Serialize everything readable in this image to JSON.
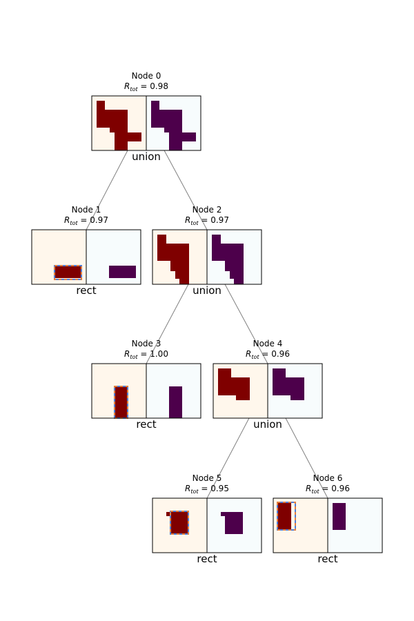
{
  "colors": {
    "left_bg": "#fff7ec",
    "left_fill": "#7f0000",
    "right_bg": "#f7fcfd",
    "right_fill": "#4d004b",
    "edge": "#808080",
    "box_dash_a": "#4f7fd8",
    "box_dash_b": "#e2803e"
  },
  "nodes": [
    {
      "id": 0,
      "label": "Node 0",
      "r_tot": "R_tot = 0.98",
      "r_value": "0.98",
      "op": "union"
    },
    {
      "id": 1,
      "label": "Node 1",
      "r_tot": "R_tot = 0.97",
      "r_value": "0.97",
      "op": "rect"
    },
    {
      "id": 2,
      "label": "Node 2",
      "r_tot": "R_tot = 0.97",
      "r_value": "0.97",
      "op": "union"
    },
    {
      "id": 3,
      "label": "Node 3",
      "r_tot": "R_tot = 1.00",
      "r_value": "1.00",
      "op": "rect"
    },
    {
      "id": 4,
      "label": "Node 4",
      "r_tot": "R_tot = 0.96",
      "r_value": "0.96",
      "op": "union"
    },
    {
      "id": 5,
      "label": "Node 5",
      "r_tot": "R_tot = 0.95",
      "r_value": "0.95",
      "op": "rect"
    },
    {
      "id": 6,
      "label": "Node 6",
      "r_tot": "R_tot = 0.96",
      "r_value": "0.96",
      "op": "rect"
    }
  ],
  "edges": [
    [
      0,
      1
    ],
    [
      0,
      2
    ],
    [
      2,
      3
    ],
    [
      2,
      4
    ],
    [
      4,
      5
    ],
    [
      4,
      6
    ]
  ]
}
